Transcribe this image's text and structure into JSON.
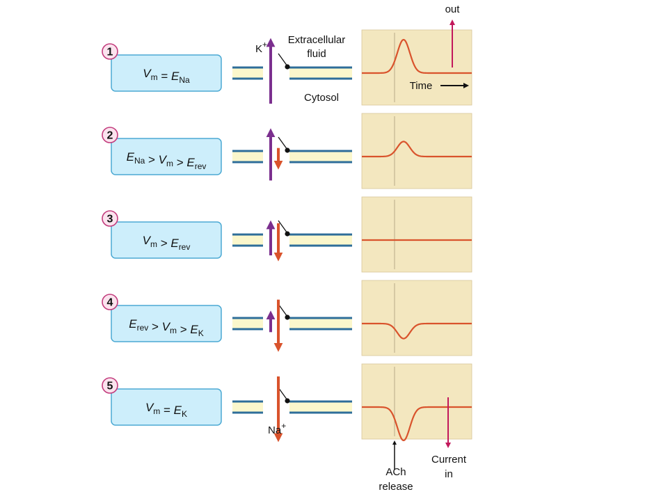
{
  "colors": {
    "panel_bg": "#f3e7bf",
    "panel_border": "#d8c79a",
    "trace": "#d9532c",
    "ach_line": "#b9ab8a",
    "box_fill": "#cdeefb",
    "box_stroke": "#4ba9d3",
    "badge_fill": "#fbe3ee",
    "badge_stroke": "#c23b7c",
    "membrane_blue": "#2e6e9a",
    "membrane_fill": "#fbf7cc",
    "k_arrow": "#7b2f8e",
    "na_arrow": "#d9532c",
    "out_arrow": "#c2185b"
  },
  "labels": {
    "k_ion": "K",
    "k_sup": "+",
    "na_ion": "Na",
    "na_sup": "+",
    "extracellular_1": "Extracellular",
    "extracellular_2": "fluid",
    "cytosol": "Cytosol",
    "time": "Time",
    "out": "out",
    "current_1": "Current",
    "current_2": "in",
    "ach_1": "ACh",
    "ach_2": "release"
  },
  "rows": [
    {
      "number": "1",
      "cond": [
        [
          "V",
          "m"
        ],
        [
          " = ",
          ""
        ],
        [
          "E",
          "Na"
        ]
      ],
      "k_len": 1.0,
      "na_len": 0.0,
      "trace_amp": 1.0
    },
    {
      "number": "2",
      "cond": [
        [
          "E",
          "Na"
        ],
        [
          " > ",
          ""
        ],
        [
          "V",
          "m"
        ],
        [
          " > ",
          ""
        ],
        [
          "E",
          "rev"
        ]
      ],
      "k_len": 0.78,
      "na_len": 0.28,
      "trace_amp": 0.45
    },
    {
      "number": "3",
      "cond": [
        [
          "V",
          "m"
        ],
        [
          " > ",
          ""
        ],
        [
          "E",
          "rev"
        ]
      ],
      "k_len": 0.5,
      "na_len": 0.55,
      "trace_amp": 0.0
    },
    {
      "number": "4",
      "cond": [
        [
          "E",
          "rev"
        ],
        [
          " > ",
          ""
        ],
        [
          "V",
          "m"
        ],
        [
          " > ",
          ""
        ],
        [
          "E",
          "K"
        ]
      ],
      "k_len": 0.28,
      "na_len": 0.78,
      "trace_amp": -0.45
    },
    {
      "number": "5",
      "cond": [
        [
          "V",
          "m"
        ],
        [
          " = ",
          ""
        ],
        [
          "E",
          "K"
        ]
      ],
      "k_len": 0.0,
      "na_len": 1.0,
      "trace_amp": -1.0
    }
  ]
}
